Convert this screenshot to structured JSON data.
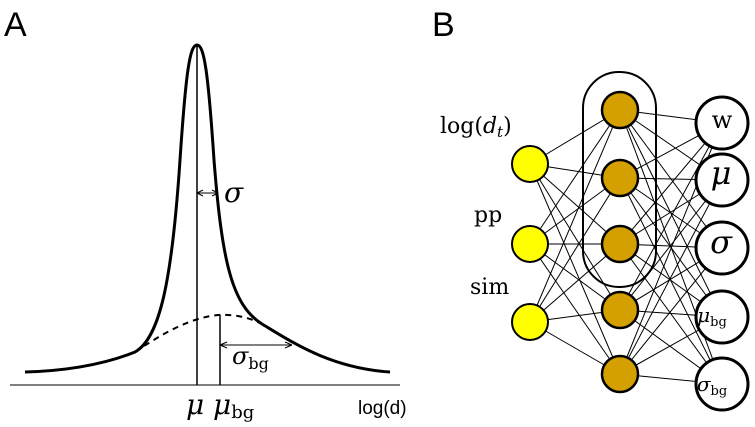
{
  "panel_a": {
    "label": "A",
    "x_axis_label": "log(d)",
    "sigma_symbol": "σ",
    "sigma_bg_symbol": "σ",
    "sigma_bg_subscript": "bg",
    "mu_symbol": "μ",
    "mu_bg_symbol": "μ",
    "mu_bg_subscript": "bg"
  },
  "panel_b": {
    "label": "B",
    "inputs": [
      {
        "name": "log-dt",
        "prefix": "log(",
        "var": "d",
        "sub": "t",
        "suffix": ")"
      },
      {
        "name": "pp",
        "text": "pp"
      },
      {
        "name": "sim",
        "text": "sim"
      }
    ],
    "hidden_count": 5,
    "outputs": [
      {
        "name": "w",
        "text": "w"
      },
      {
        "name": "mu",
        "text": "μ",
        "sub": ""
      },
      {
        "name": "sigma",
        "text": "σ",
        "sub": ""
      },
      {
        "name": "mu-bg",
        "text": "μ",
        "sub": "bg"
      },
      {
        "name": "sigma-bg",
        "text": "σ",
        "sub": "bg"
      }
    ],
    "colors": {
      "input": "#ffff00",
      "hidden": "#d4a000",
      "output": "#ffffff"
    }
  }
}
